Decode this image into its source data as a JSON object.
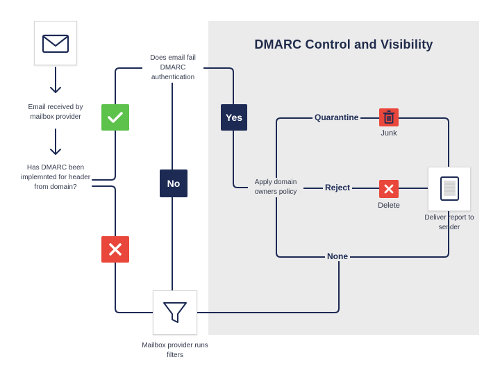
{
  "title": "DMARC Control and Visibility",
  "steps": {
    "received": "Email received by mailbox provider",
    "implemented": "Has DMARC been implemnted for header from domain?",
    "fail_check": "Does email fail DMARC authentication",
    "apply_policy": "Apply domain owners policy",
    "filters": "Mailbox provider runs filters",
    "deliver_report": "Deliver report to sender"
  },
  "edges": {
    "yes": "Yes",
    "no": "No",
    "quarantine": "Quarantine",
    "reject": "Reject",
    "none": "None"
  },
  "outcomes": {
    "junk": "Junk",
    "delete": "Delete"
  },
  "colors": {
    "navy": "#1c2a54",
    "green": "#5dc24c",
    "red": "#e9473b",
    "panel": "#ebebeb"
  },
  "icons": {
    "email": "envelope-icon",
    "filter": "funnel-icon",
    "report": "document-icon",
    "junk": "trash-icon",
    "delete": "x-icon",
    "accept": "check-icon",
    "decline": "x-icon"
  }
}
